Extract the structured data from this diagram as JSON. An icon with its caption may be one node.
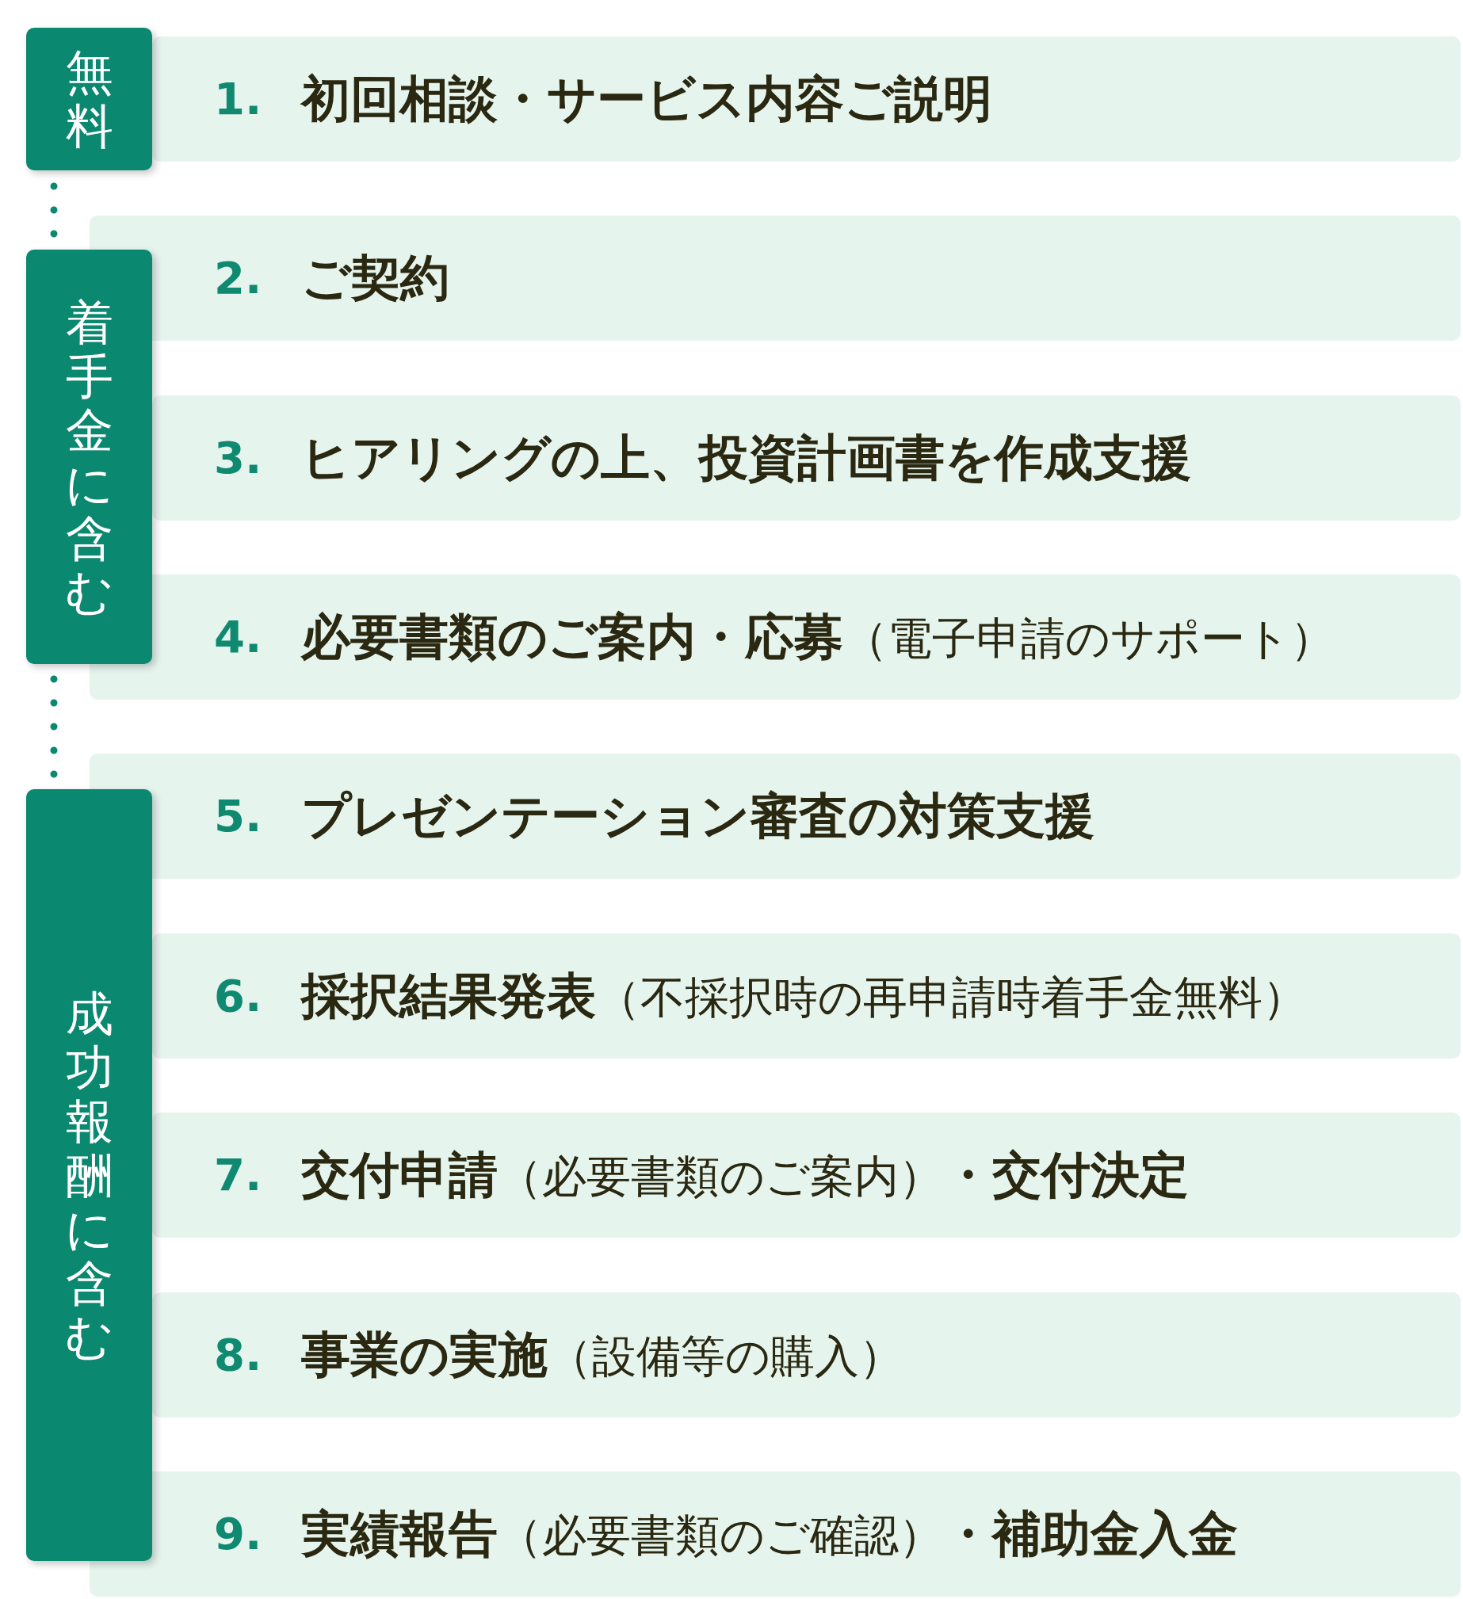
{
  "diagram": {
    "nodes": [
      {
        "text": [
          "無料"
        ]
      },
      {
        "text": [
          "着手金に含む"
        ]
      },
      {
        "text": [
          "成功報酬に含む"
        ]
      },
      {
        "text": [
          "1.",
          "初回相談・サービス内容ご説明"
        ]
      },
      {
        "text": [
          "2.",
          "ご契約"
        ]
      },
      {
        "text": [
          "3.",
          "ヒアリングの上、投資計画書を作成支援"
        ]
      },
      {
        "text": [
          "4.",
          "**必要書類のご案内・応募**（電子申請のサポート）"
        ]
      },
      {
        "text": [
          "5.",
          "プレゼンテーション審査の対策支援"
        ]
      },
      {
        "text": [
          "6.",
          "**採択結果発表**（不採択時の再申請時着手金無料）"
        ]
      },
      {
        "text": [
          "7.",
          "**交付申請**（必要書類のご案内）**・交付決定**"
        ]
      },
      {
        "text": [
          "8.",
          "**事業の実施**（設備等の購入）"
        ]
      },
      {
        "text": [
          "9.",
          "**実績報告**（必要書類のご確認）**・補助金入金**"
        ]
      }
    ],
    "edges": [
      {
        "from": 0,
        "to": 1,
        "arrow": "none",
        "style": "dashed"
      },
      {
        "from": 1,
        "to": 2,
        "arrow": "none",
        "style": "dashed"
      }
    ]
  }
}
